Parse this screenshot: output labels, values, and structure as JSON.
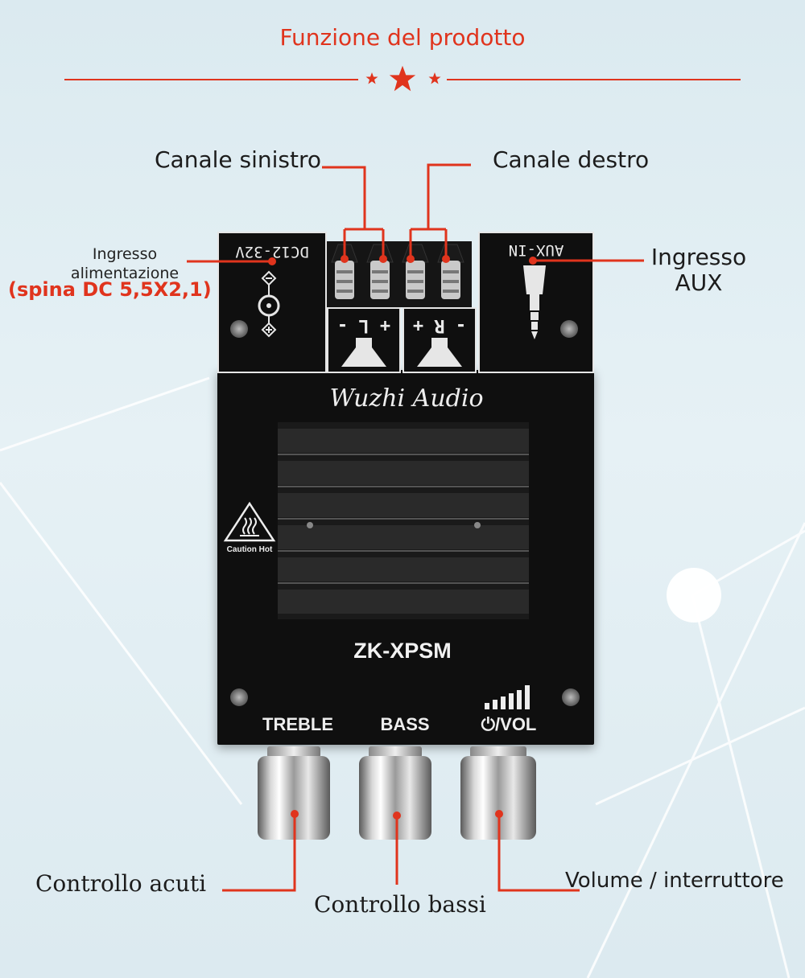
{
  "header": {
    "title": "Funzione del prodotto"
  },
  "callouts": {
    "left_channel": "Canale sinistro",
    "right_channel": "Canale destro",
    "power_input_line1": "Ingresso",
    "power_input_line2": "alimentazione",
    "power_plug": "(spina DC 5,5X2,1)",
    "aux_input_line1": "Ingresso",
    "aux_input_line2": "AUX",
    "treble_control": "Controllo acuti",
    "bass_control": "Controllo bassi",
    "volume_switch": "Volume / interruttore"
  },
  "board": {
    "dc_label": "DC12-32V",
    "aux_label": "AUX-IN",
    "left_terminal": "+ L -",
    "right_terminal": "- R +",
    "brand": "Wuzhi Audio",
    "caution": "Caution Hot",
    "model": "ZK-XPSM",
    "knob_treble": "TREBLE",
    "knob_bass": "BASS",
    "knob_vol": "⏻/VOL"
  },
  "colors": {
    "accent": "#e0341d",
    "board": "#101010"
  }
}
